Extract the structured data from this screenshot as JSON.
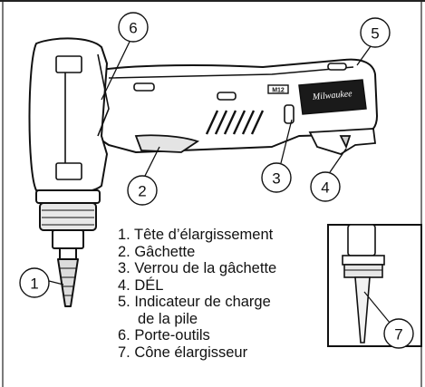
{
  "callouts": [
    "1",
    "2",
    "3",
    "4",
    "5",
    "6",
    "7"
  ],
  "legend": {
    "items": [
      "1. Tête d’élargissement",
      "2. Gâchette",
      "3. Verrou de la gâchette",
      "4. DÉL",
      "5. Indicateur de charge",
      "de la pile",
      "6. Porte-outils",
      "7. Cône élargisseur"
    ]
  },
  "tool": {
    "brand_badge": "Milwaukee",
    "voltage_badge": "M12"
  }
}
